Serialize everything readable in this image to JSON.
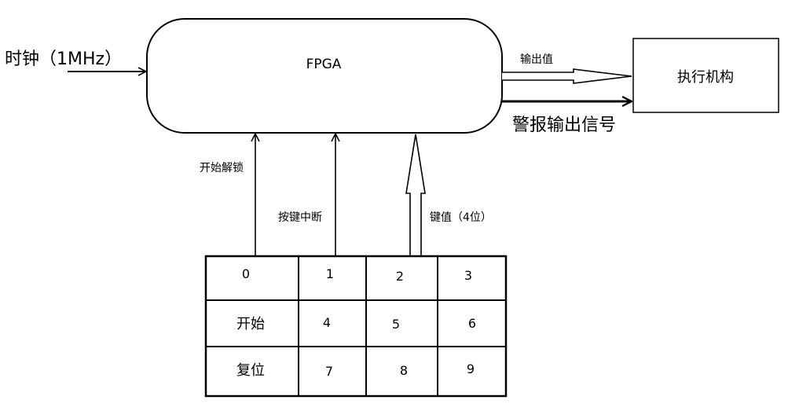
{
  "clock_input": {
    "label": "时钟（1MHz）"
  },
  "fpga": {
    "label": "FPGA"
  },
  "actuator": {
    "label": "执行机构"
  },
  "signals": {
    "output_value": "输出值",
    "alarm_output": "警报输出信号",
    "start_unlock": "开始解锁",
    "key_interrupt": "按键中断",
    "key_value": "键值（4位）"
  },
  "keypad": {
    "rows": [
      [
        "0",
        "1",
        "2",
        "3"
      ],
      [
        "开始",
        "4",
        "5",
        "6"
      ],
      [
        "复位",
        "7",
        "8",
        "9"
      ]
    ]
  },
  "colors": {
    "line": "#000000",
    "background": "#ffffff"
  }
}
